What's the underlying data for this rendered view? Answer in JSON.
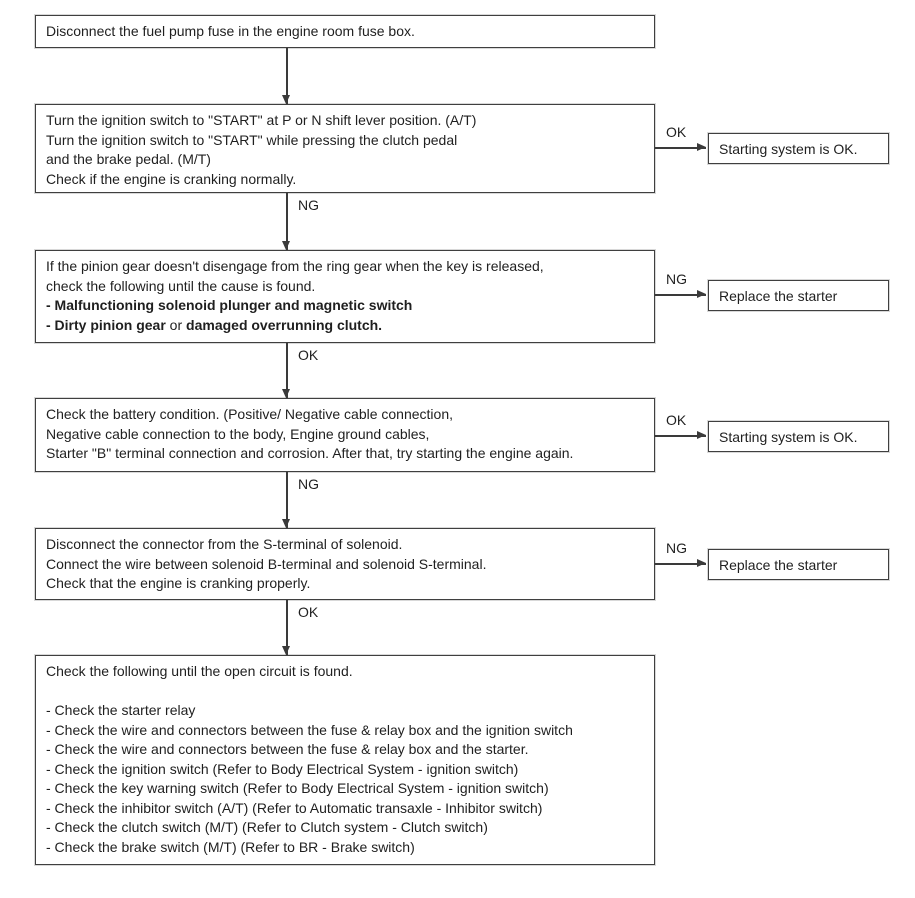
{
  "diagram": {
    "colors": {
      "background": "#ffffff",
      "box_border": "#3f3f3f",
      "line": "#3a3a3a",
      "text": "#1f1f1f"
    },
    "steps": [
      {
        "name": "step-1",
        "lines": [
          "Disconnect the fuel pump fuse in the engine room fuse box."
        ]
      },
      {
        "name": "step-2",
        "lines": [
          "Turn the ignition switch to \"START\" at P or N shift lever position. (A/T)",
          "Turn the ignition switch to \"START\" while pressing the clutch pedal",
          "and the brake pedal. (M/T)",
          "Check if the engine is cranking normally."
        ],
        "down_label": "NG",
        "branch": {
          "label": "OK",
          "result": "Starting system is OK."
        }
      },
      {
        "name": "step-3",
        "lines": [
          "If the pinion gear doesn't disengage from the ring gear when the key is released,",
          "check the following until the cause is found.",
          [
            {
              "text": "- Malfunctioning solenoid plunger and magnetic switch",
              "bold": true
            }
          ],
          [
            {
              "text": "- Dirty pinion gear",
              "bold": true
            },
            {
              "text": " or ",
              "bold": false
            },
            {
              "text": "damaged overrunning clutch.",
              "bold": true
            }
          ]
        ],
        "down_label": "OK",
        "branch": {
          "label": "NG",
          "result": "Replace the starter"
        }
      },
      {
        "name": "step-4",
        "lines": [
          "Check the battery condition. (Positive/ Negative cable connection,",
          "Negative cable connection to the body, Engine ground cables,",
          "Starter \"B\" terminal connection and corrosion. After that, try starting the engine again."
        ],
        "down_label": "NG",
        "branch": {
          "label": "OK",
          "result": "Starting system is OK."
        }
      },
      {
        "name": "step-5",
        "lines": [
          "Disconnect the connector from the S-terminal of solenoid.",
          "Connect the wire between solenoid B-terminal and solenoid S-terminal.",
          "Check that the engine is cranking properly."
        ],
        "down_label": "OK",
        "branch": {
          "label": "NG",
          "result": "Replace the starter"
        }
      },
      {
        "name": "step-6",
        "lines": [
          "Check the following until the open circuit is found.",
          "",
          "- Check the starter relay",
          "- Check the wire and connectors between the fuse & relay box and the ignition switch",
          "- Check the wire and connectors between the fuse & relay box and the starter.",
          "- Check the ignition switch (Refer to Body Electrical System - ignition switch)",
          "- Check the key warning switch (Refer to Body Electrical System - ignition switch)",
          "- Check the inhibitor switch (A/T) (Refer to Automatic transaxle - Inhibitor switch)",
          "- Check the clutch switch (M/T) (Refer to Clutch system - Clutch switch)",
          "- Check the brake switch (M/T) (Refer to BR - Brake switch)"
        ]
      }
    ]
  }
}
